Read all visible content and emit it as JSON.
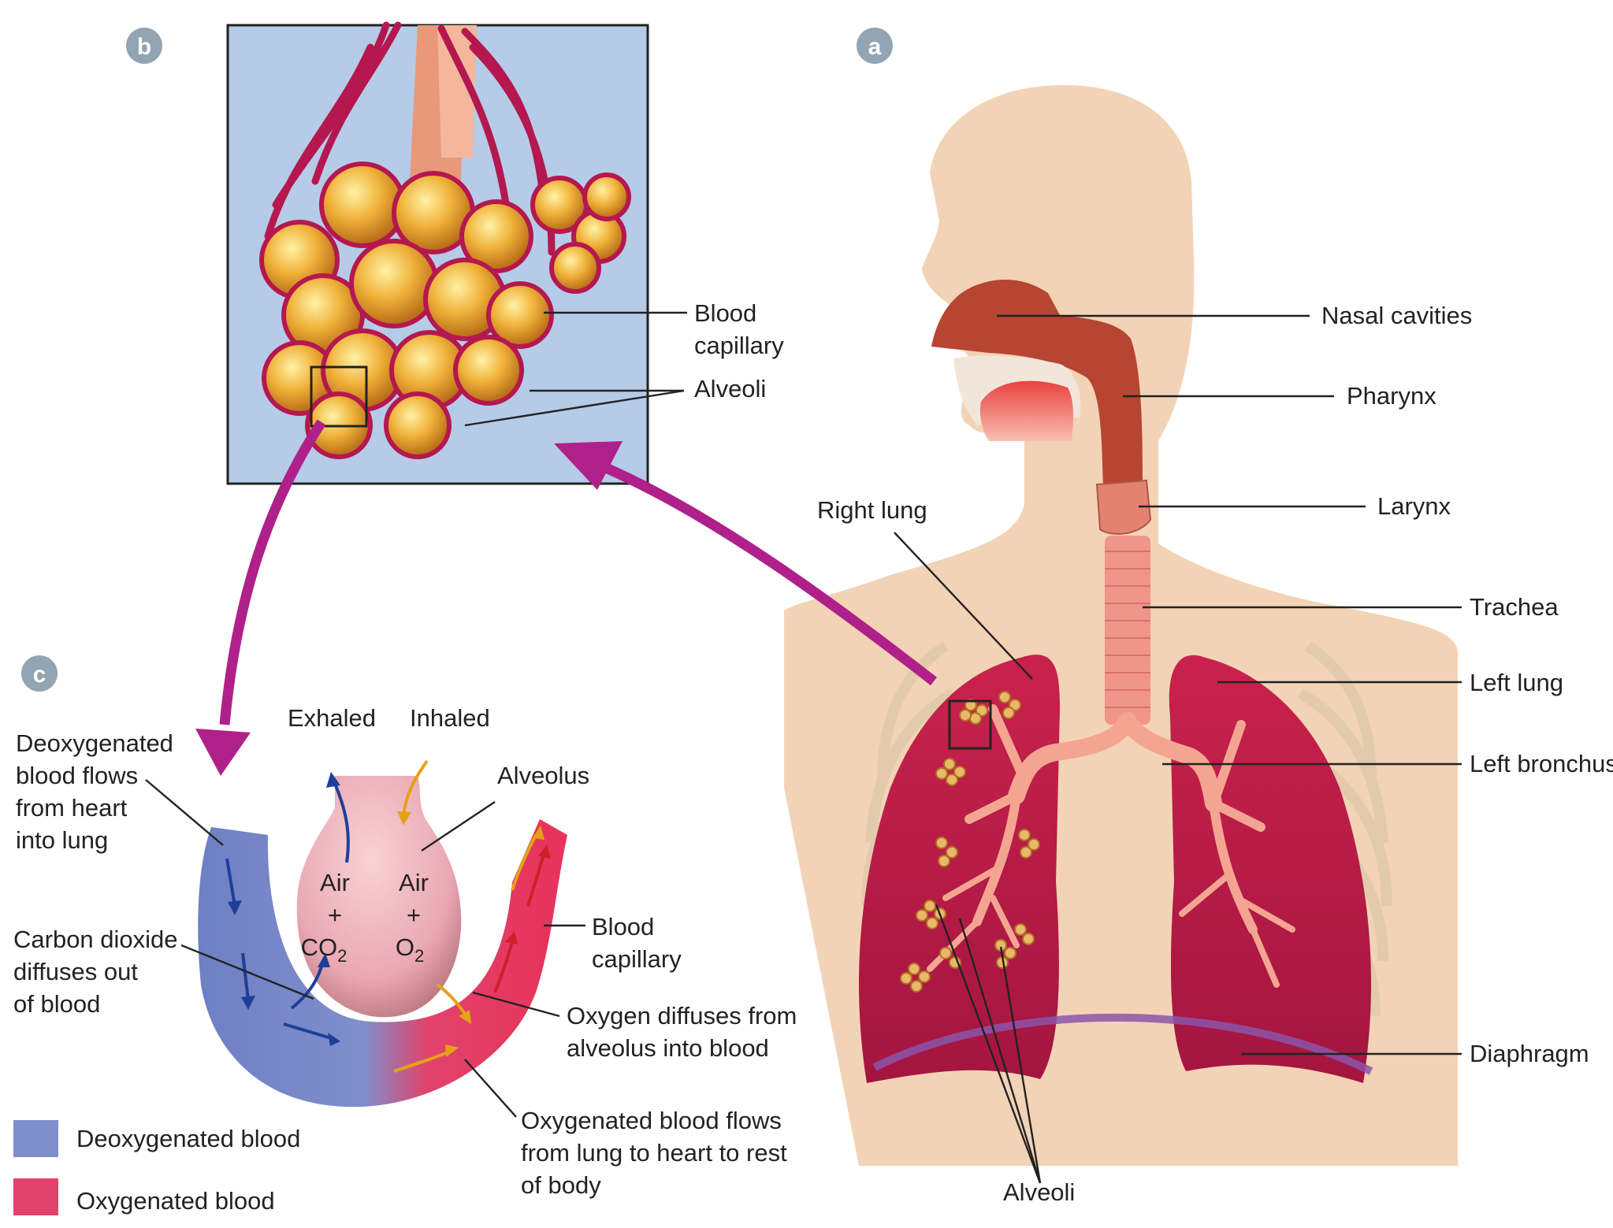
{
  "panels": {
    "a": "a",
    "b": "b",
    "c": "c"
  },
  "colors": {
    "deoxygenated": "#7f8fcb",
    "oxygenated": "#e0436a",
    "body_skin": "#f3d3b6",
    "inset_bg": "#b5cbe8",
    "connector_arrow": "#b0208a",
    "badge": "#93a4b2"
  },
  "icons": [
    "down-arrow-icon",
    "up-arrow-icon",
    "curved-arrow-icon"
  ],
  "panel_a": {
    "nasal_cavities": "Nasal cavities",
    "pharynx": "Pharynx",
    "larynx": "Larynx",
    "trachea": "Trachea",
    "left_lung": "Left lung",
    "left_bronchus": "Left bronchus",
    "diaphragm": "Diaphragm",
    "right_lung": "Right lung",
    "alveoli": "Alveoli"
  },
  "panel_b": {
    "blood_capillary_1": "Blood",
    "blood_capillary_2": "capillary",
    "alveoli": "Alveoli"
  },
  "panel_c": {
    "exhaled": "Exhaled",
    "inhaled": "Inhaled",
    "alveolus": "Alveolus",
    "air_left": "Air",
    "plus_left": "+",
    "co2_base": "CO",
    "co2_sub": "2",
    "air_right": "Air",
    "plus_right": "+",
    "o2_base": "O",
    "o2_sub": "2",
    "deox_flow": [
      "Deoxygenated",
      "blood flows",
      "from heart",
      "into lung"
    ],
    "co2_diffuses": [
      "Carbon dioxide",
      "diffuses out",
      "of blood"
    ],
    "blood_capillary": [
      "Blood",
      "capillary"
    ],
    "o2_diffuses": [
      "Oxygen diffuses from",
      "alveolus into blood"
    ],
    "ox_flow": [
      "Oxygenated blood flows",
      "from lung to heart to rest",
      "of body"
    ]
  },
  "legend": {
    "deoxygenated": "Deoxygenated blood",
    "oxygenated": "Oxygenated blood"
  }
}
